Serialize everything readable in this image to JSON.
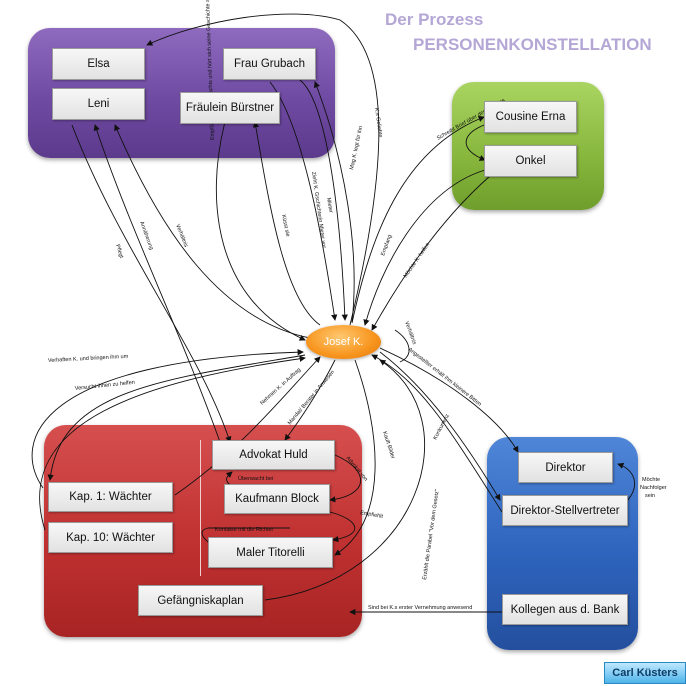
{
  "header": {
    "title": "Der Prozess",
    "subtitle": "PERSONENKONSTELLATION"
  },
  "nodes": {
    "elsa": "Elsa",
    "frau_grubach": "Frau Grubach",
    "leni": "Leni",
    "fraeulein_buerstner": "Fräulein Bürstner",
    "cousine_erna": "Cousine Erna",
    "onkel": "Onkel",
    "josef": "Josef K.",
    "advokat_huld": "Advokat Huld",
    "kaufmann_block": "Kaufmann Block",
    "maler_titorelli": "Maler Titorelli",
    "kap1": "Kap. 1: Wächter",
    "kap10": "Kap. 10: Wächter",
    "kaplan": "Gefängniskaplan",
    "direktor": "Direktor",
    "direktor_stv": "Direktor-Stellvertreter",
    "kollegen": "Kollegen aus d. Bank"
  },
  "edge_labels": {
    "ks_geliebte": "K.s Geliebte",
    "mieter": "Mieter",
    "zieht_k": "Zieht K. Gschichterin Mieter vor",
    "mag_k": "Mag K. legt für ihn",
    "kuesst_sie": "Küsst sie",
    "empfaengt_k": "Empfängt K. spät nachts und hört sich seine Geschichte an",
    "pflegt": "Pflegt",
    "annaeherung": "Annäherung",
    "verhaeltnis": "Verhältnis",
    "schreibt_brief": "Schreibt Brief über den Prozess",
    "empfang": "Empfang",
    "moechte_helfen": "Möchte K. helfen",
    "verhaften": "Verhaften K. und bringen ihm um",
    "versucht_helfen": "Versucht ihnen zu helfen",
    "nehmen_auf": "Nehmen K. in Auftrag",
    "mandat": "Mandat/ Berater in Anwesen",
    "ueberwacht": "Überwacht bei",
    "advokat_von": "Advokat von",
    "empfiehlt": "Empfiehlt",
    "kontakte": "Kontakte mit die Richter",
    "kauft_bilder": "Kauft Bilder",
    "erzaehlt": "Erzählt die Parabel \"Vor dem Gesetz\"",
    "konkurrenz": "Konkurrenz",
    "angestellter": "Angestellter erhält ihm kleinere Bitten",
    "verhaeltnis2": "Verhältnis",
    "moechte_nachfolger": "Möchte Nachfolger sein",
    "sind_bei": "Sind bei K.s erster Vernehmung anwesend"
  },
  "footer": {
    "author": "Carl Küsters"
  },
  "colors": {
    "purple": "#6f4aa2",
    "green": "#86b63c",
    "red": "#c03131",
    "blue": "#2e64bd",
    "center": "#f7941d",
    "title": "#b4a7d6"
  }
}
